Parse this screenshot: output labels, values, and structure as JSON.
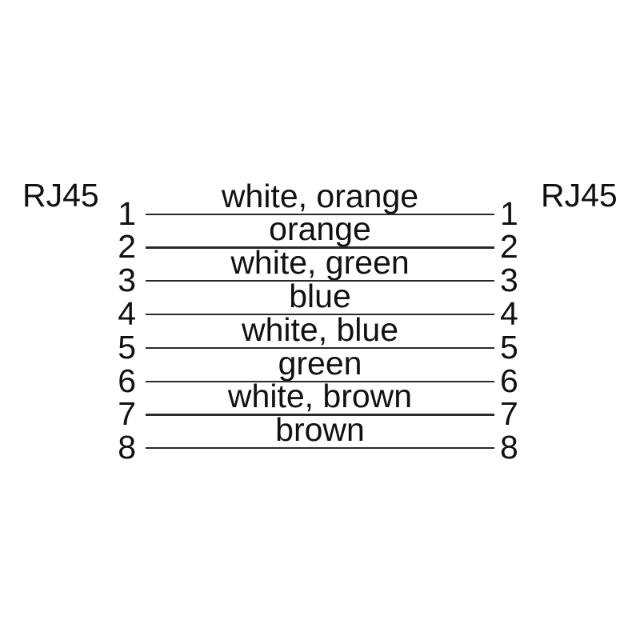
{
  "connectors": {
    "left_label": "RJ45",
    "right_label": "RJ45"
  },
  "colors": {
    "background": "#ffffff",
    "text": "#111111",
    "wire_line": "#2a2a2a"
  },
  "rows": [
    {
      "pin_left": "1",
      "wire_color": "white, orange",
      "pin_right": "1"
    },
    {
      "pin_left": "2",
      "wire_color": "orange",
      "pin_right": "2"
    },
    {
      "pin_left": "3",
      "wire_color": "white, green",
      "pin_right": "3"
    },
    {
      "pin_left": "4",
      "wire_color": "blue",
      "pin_right": "4"
    },
    {
      "pin_left": "5",
      "wire_color": "white, blue",
      "pin_right": "5"
    },
    {
      "pin_left": "6",
      "wire_color": "green",
      "pin_right": "6"
    },
    {
      "pin_left": "7",
      "wire_color": "white, brown",
      "pin_right": "7"
    },
    {
      "pin_left": "8",
      "wire_color": "brown",
      "pin_right": "8"
    }
  ]
}
